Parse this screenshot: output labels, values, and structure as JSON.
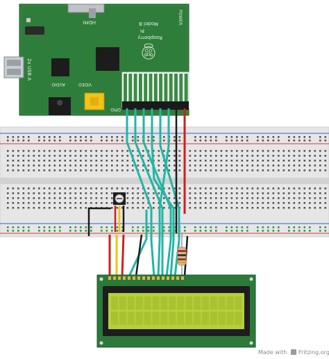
{
  "colors": {
    "pcb_green": "#2f7d3a",
    "pcb_dark": "#256a2f",
    "breadboard": "#e6e6e6",
    "rail_red": "#d23a3a",
    "rail_blue": "#3a5fc8",
    "wire_teal": "#1fb7a4",
    "wire_red": "#d01e1e",
    "wire_black": "#1a1a1a",
    "wire_yellow": "#f3c300",
    "lcd_frame": "#2b7a3a",
    "lcd_screen": "#b6cf3a"
  },
  "pi": {
    "power": "POWER",
    "hdmi": "HDMI",
    "usb": "2x USB A",
    "audio": "AUDIO",
    "video": "VIDEO",
    "gpio": "GPIO",
    "name_line1": "Raspberry",
    "name_line2": "Pi",
    "name_line3": "Model B",
    "logo": "raspberry-logo"
  },
  "footer": {
    "made_with": "Made with",
    "brand": "Fritzing.org"
  },
  "icons": {
    "fritzing": "fritzing-logo-icon"
  }
}
